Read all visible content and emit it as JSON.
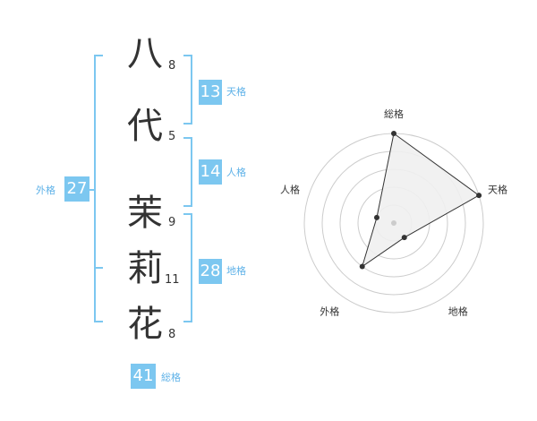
{
  "name": {
    "characters": [
      {
        "char": "八",
        "strokes": "8"
      },
      {
        "char": "代",
        "strokes": "5"
      },
      {
        "char": "茉",
        "strokes": "9"
      },
      {
        "char": "莉",
        "strokes": "11"
      },
      {
        "char": "花",
        "strokes": "8"
      }
    ]
  },
  "fortunes": {
    "tenkaku": {
      "value": "13",
      "label": "天格"
    },
    "jinkaku": {
      "value": "14",
      "label": "人格"
    },
    "chikaku": {
      "value": "28",
      "label": "地格"
    },
    "gaikaku": {
      "value": "27",
      "label": "外格"
    },
    "soukaku": {
      "value": "41",
      "label": "総格"
    }
  },
  "colors": {
    "accent": "#7cc7f0",
    "text": "#333333",
    "grid": "#cccccc",
    "polygon_fill": "#f0f0f0"
  },
  "chart_data": {
    "type": "radar",
    "axes": [
      "総格",
      "天格",
      "地格",
      "外格",
      "人格"
    ],
    "values": [
      5,
      5,
      1,
      3,
      1
    ],
    "max": 5,
    "rings": 5
  }
}
